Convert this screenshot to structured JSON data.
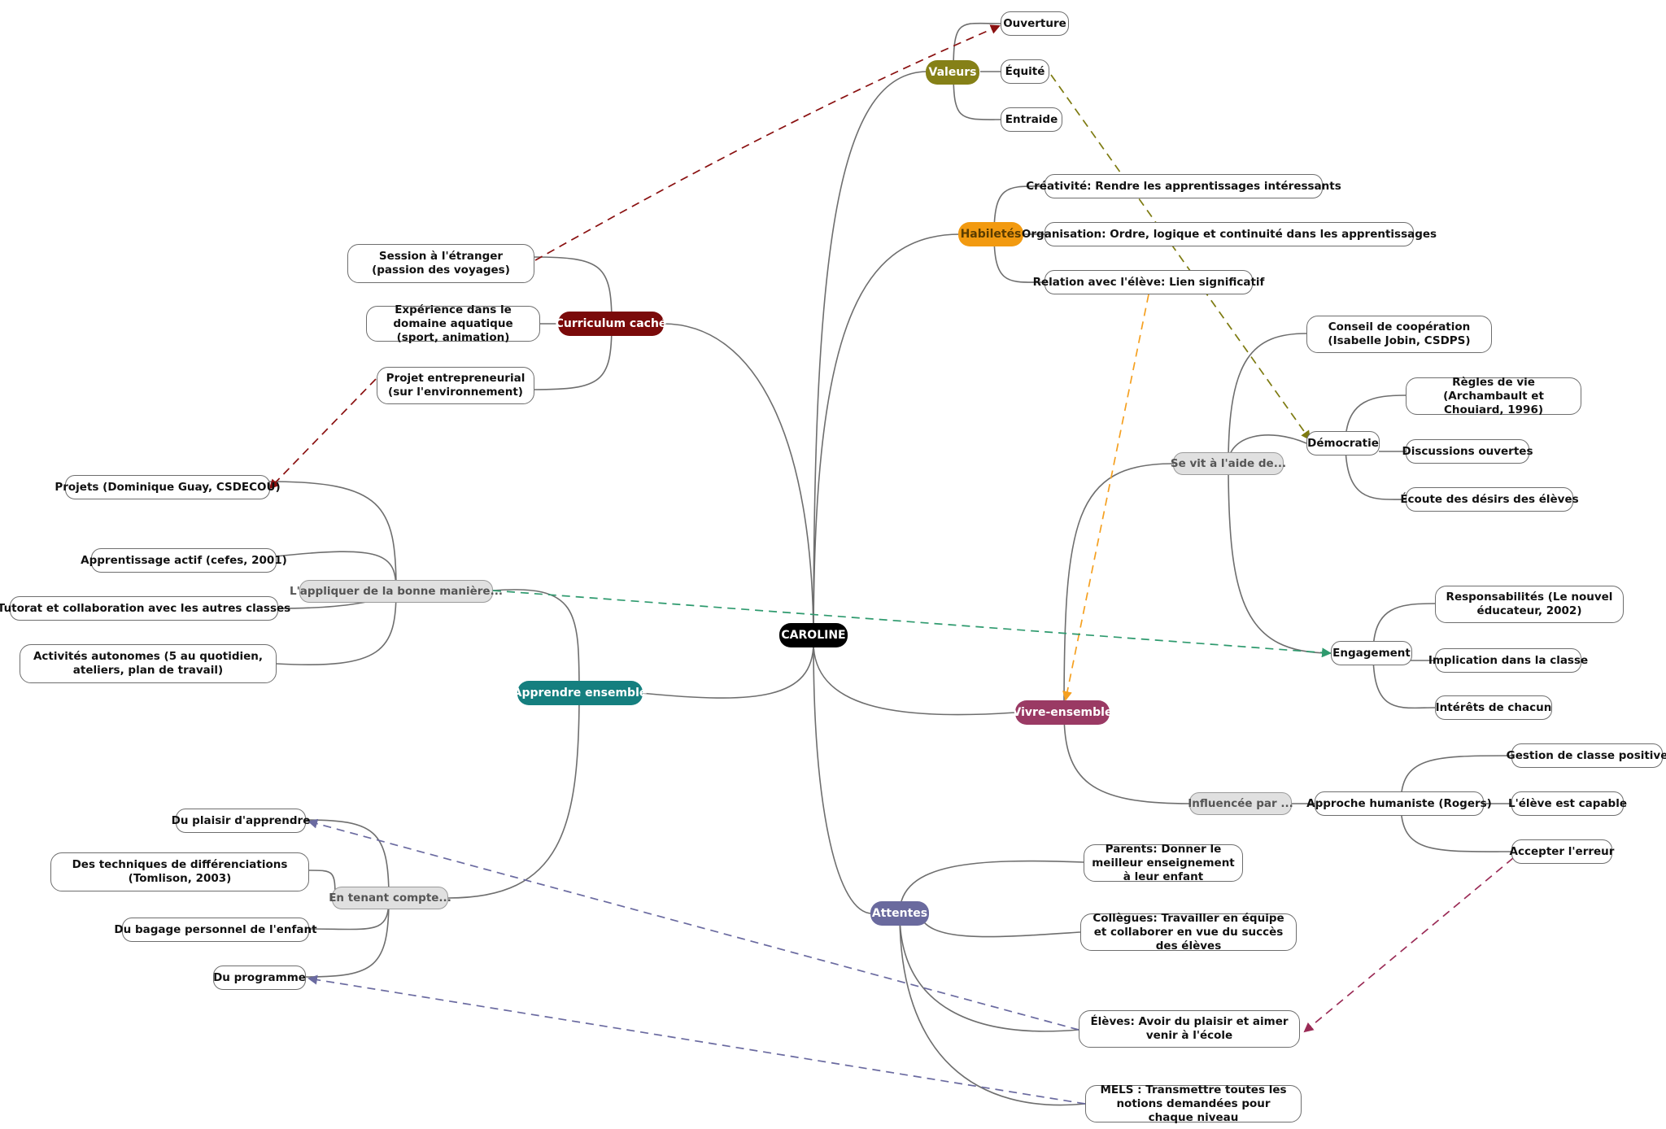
{
  "root": "CAROLINE",
  "branches": {
    "valeurs": "Valeurs",
    "habiletes": "Habiletés",
    "curriculum": "Curriculum caché",
    "apprendre": "Apprendre ensemble",
    "vivre": "Vivre-ensemble",
    "attentes": "Attentes"
  },
  "valeurs_items": [
    "Ouverture",
    "Équité",
    "Entraide"
  ],
  "habiletes_items": [
    "Créativité: Rendre les apprentissages intéressants",
    "Organisation: Ordre, logique et continuité dans les apprentissages",
    "Relation avec l'élève: Lien significatif"
  ],
  "curriculum_items": [
    "Session à l'étranger (passion des voyages)",
    "Expérience dans le domaine aquatique (sport, animation)",
    "Projet entrepreneurial (sur l'environnement)"
  ],
  "appliquer": {
    "label": "L'appliquer de la bonne manière...",
    "items": [
      "Projets (Dominique Guay, CSDECOU)",
      "Apprentissage actif (cefes, 2001)",
      "Tutorat et collaboration avec les autres classes",
      "Activités autonomes (5 au quotidien, ateliers, plan de travail)"
    ]
  },
  "tenant": {
    "label": "En tenant compte...",
    "items": [
      "Du plaisir d'apprendre",
      "Des techniques de différenciations (Tomlison, 2003)",
      "Du bagage personnel de l'enfant",
      "Du programme"
    ]
  },
  "sevit": {
    "label": "Se vit  à l'aide de...",
    "conseil": "Conseil de coopération (Isabelle Jobin, CSDPS)",
    "democratie": "Démocratie",
    "democratie_items": [
      "Règles de vie  (Archambault et Chouiard, 1996)",
      "Discussions ouvertes",
      "Écoute  des désirs des élèves"
    ],
    "engagement": "Engagement",
    "engagement_items": [
      "Responsabilités (Le nouvel éducateur, 2002)",
      "Implication dans la classe",
      "Intérêts de chacun"
    ]
  },
  "influencee": {
    "label": "Influencée par ...",
    "approche": "Approche humaniste (Rogers)",
    "items": [
      "Gestion de classe positive",
      "L'élève est capable",
      "Accepter l'erreur"
    ]
  },
  "attentes_items": [
    "Parents: Donner le meilleur enseignement à leur enfant",
    "Collègues: Travailler en équipe et collaborer en vue du succès des élèves",
    "Élèves: Avoir du plaisir et aimer venir à l'école",
    "MELS : Transmettre toutes les notions demandées pour chaque niveau"
  ],
  "colors": {
    "root": "#000000",
    "valeurs": "#858017",
    "habiletes": "#f29a10",
    "curriculum": "#7a0a0a",
    "apprendre": "#157f7f",
    "vivre": "#9a3a64",
    "attentes": "#6a6a9e",
    "subtopic_gray": "#e0e0e0",
    "connector": "#6e6e6e",
    "arrow_curriculum": "#8a1010",
    "arrow_valeurs": "#7d7a10",
    "arrow_habiletes": "#f5a020",
    "arrow_apprendre": "#2e9a6e",
    "arrow_attentes": "#6a6aa0",
    "arrow_influencee": "#9a2a55"
  }
}
